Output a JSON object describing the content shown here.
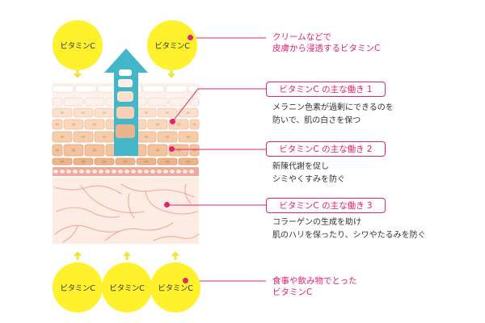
{
  "colors": {
    "vitamin_yellow": "#fff12b",
    "accent_pink": "#e3236e",
    "arrow_teal": "#43b7c8",
    "skin_light": "#fdece3",
    "skin_mid": "#f6d0b4",
    "skin_dark": "#eab48c",
    "fiber": "#f0a89a"
  },
  "circles": {
    "top_left": "ビタミンC",
    "top_right": "ビタミンC",
    "bottom_left": "ビタミンC",
    "bottom_center": "ビタミンC",
    "bottom_right": "ビタミンC"
  },
  "callouts": {
    "cream": {
      "lines": [
        "クリームなどで",
        "皮膚から浸透するビタミンC"
      ]
    },
    "work1": {
      "title": "ビタミンC の主な働き 1",
      "desc": [
        "メラニン色素が過剰にできるのを",
        "防いで、肌の白さを保つ"
      ]
    },
    "work2": {
      "title": "ビタミンC の主な働き 2",
      "desc": [
        "新陳代謝を促し",
        "シミやくすみを防ぐ"
      ]
    },
    "work3": {
      "title": "ビタミンC の主な働き 3",
      "desc": [
        "コラーゲンの生成を助け",
        "肌のハリを保ったり、シワやたるみを防ぐ"
      ]
    },
    "food": {
      "lines": [
        "食事や飲み物でとった",
        "ビタミンC"
      ]
    }
  }
}
